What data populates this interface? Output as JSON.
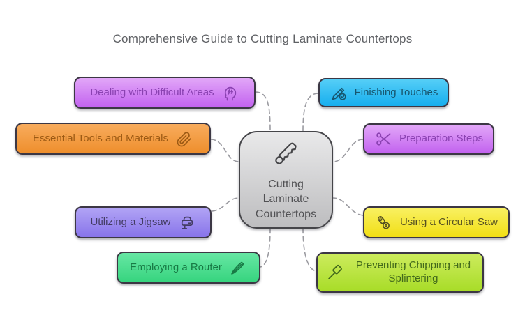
{
  "title": "Comprehensive Guide to Cutting Laminate Countertops",
  "title_color": "#5f6165",
  "connector_color": "#9b9ba1",
  "center": {
    "label": "Cutting\nLaminate\nCountertops",
    "icon": "handsaw-icon",
    "fill_top": "#e9e9ea",
    "fill_bottom": "#bdbdbf",
    "text_color": "#515154"
  },
  "nodes": [
    {
      "label": "Dealing with Difficult Areas",
      "icon": "head-lightning-icon",
      "icon_side": "right",
      "fill_top": "#e2a7f8",
      "fill_bottom": "#c262ef",
      "text_color": "#8a41b1"
    },
    {
      "label": "Finishing Touches",
      "icon": "pencil-check-icon",
      "icon_side": "left",
      "fill_top": "#55cef7",
      "fill_bottom": "#16aeee",
      "text_color": "#17566f"
    },
    {
      "label": "Essential Tools and Materials",
      "icon": "paperclip-icon",
      "icon_side": "right",
      "fill_top": "#f8ac5d",
      "fill_bottom": "#ee8e2c",
      "text_color": "#9c5a14"
    },
    {
      "label": "Preparation Steps",
      "icon": "scissors-icon",
      "icon_side": "left",
      "fill_top": "#e2a7f8",
      "fill_bottom": "#c262ef",
      "text_color": "#8a41b1"
    },
    {
      "label": "Utilizing a Jigsaw",
      "icon": "jigsaw-icon",
      "icon_side": "right",
      "fill_top": "#b2a4f5",
      "fill_bottom": "#8874ea",
      "text_color": "#433c63"
    },
    {
      "label": "Using a Circular Saw",
      "icon": "rotary-saw-icon",
      "icon_side": "left",
      "fill_top": "#f9f163",
      "fill_bottom": "#f1de14",
      "text_color": "#565022"
    },
    {
      "label": "Employing a Router",
      "icon": "pen-icon",
      "icon_side": "right",
      "fill_top": "#67e7a4",
      "fill_bottom": "#36d47e",
      "text_color": "#187a45"
    },
    {
      "label": "Preventing Chipping and Splintering",
      "icon": "gavel-icon",
      "icon_side": "left",
      "fill_top": "#cdec5d",
      "fill_bottom": "#a8dc28",
      "text_color": "#42691b"
    }
  ]
}
